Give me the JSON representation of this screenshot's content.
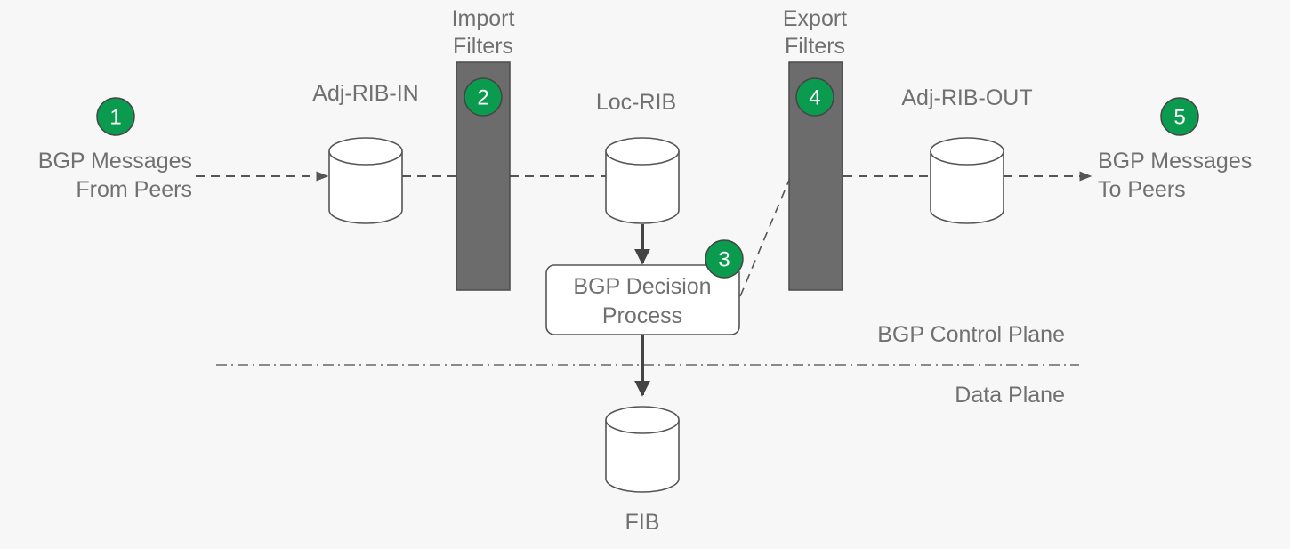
{
  "stages": {
    "import_filters": {
      "line1": "Import",
      "line2": "Filters"
    },
    "export_filters": {
      "line1": "Export",
      "line2": "Filters"
    },
    "adj_rib_in": "Adj-RIB-IN",
    "loc_rib": "Loc-RIB",
    "adj_rib_out": "Adj-RIB-OUT",
    "fib": "FIB",
    "decision_process": {
      "line1": "BGP Decision",
      "line2": "Process"
    }
  },
  "endpoints": {
    "from_peers": {
      "line1": "BGP Messages",
      "line2": "From Peers"
    },
    "to_peers": {
      "line1": "BGP Messages",
      "line2": "To Peers"
    }
  },
  "planes": {
    "control": "BGP Control Plane",
    "data": "Data Plane"
  },
  "steps": [
    "1",
    "2",
    "3",
    "4",
    "5"
  ],
  "colors": {
    "background": "#f7f7f7",
    "badge": "#0b9b4e",
    "filter_bar": "#6c6c6c",
    "line": "#555555",
    "text": "#707070"
  }
}
